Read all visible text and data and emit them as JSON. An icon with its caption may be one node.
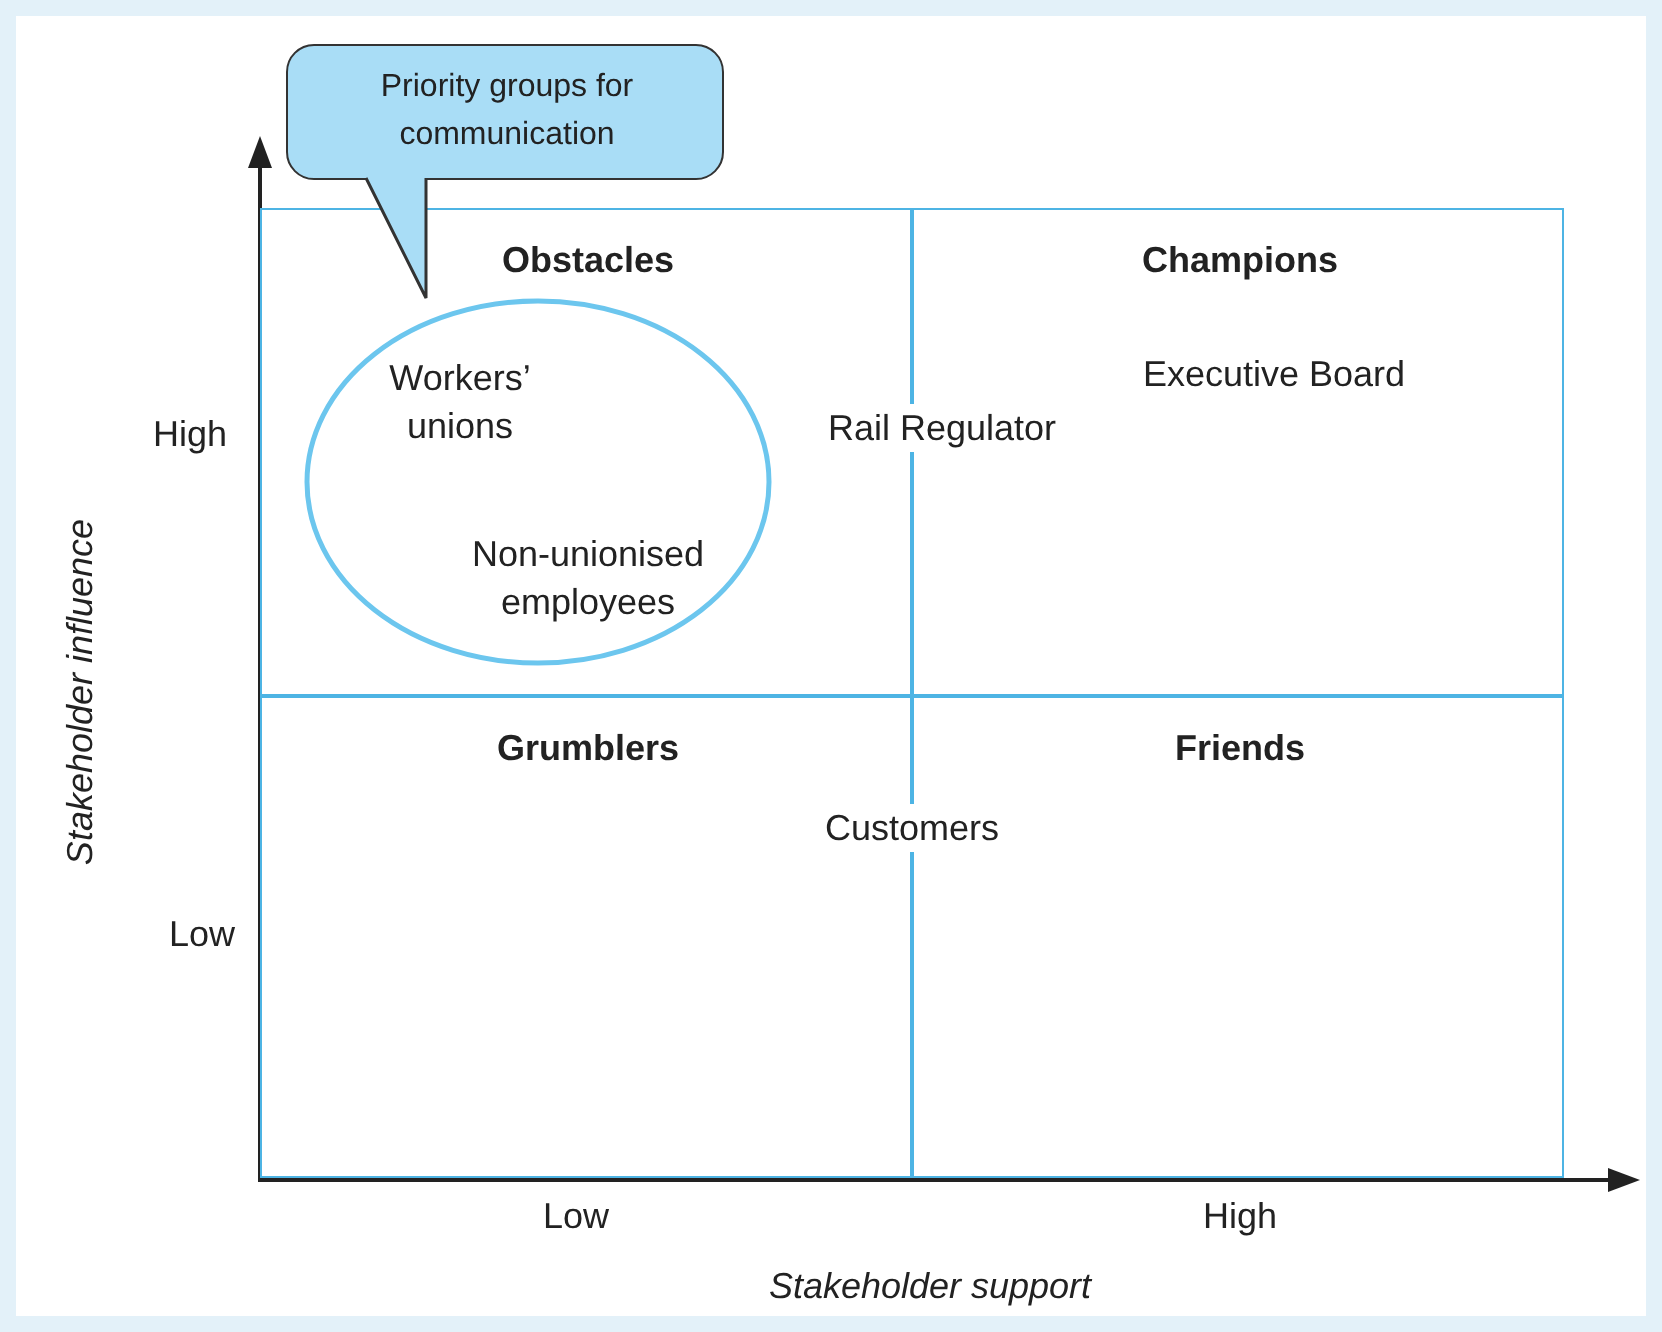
{
  "diagram": {
    "nodes": [
      {
        "text": [
          "Obstacles"
        ]
      },
      {
        "text": [
          "Champions",
          "Executive Board"
        ]
      },
      {
        "text": [
          "Grumblers"
        ]
      },
      {
        "text": [
          "Friends"
        ]
      },
      {
        "text": [
          "Workers’ unions",
          "Non-unionised employees"
        ],
        "in": 0
      },
      {
        "text": [
          "Priority groups for communication"
        ]
      }
    ],
    "edges": [
      {
        "from": 5,
        "to": 4,
        "arrow": "none"
      }
    ],
    "labels": [
      "Rail Regulator",
      "Customers",
      "High",
      "Low",
      "Low",
      "High",
      "Stakeholder influence",
      "Stakeholder support"
    ]
  }
}
